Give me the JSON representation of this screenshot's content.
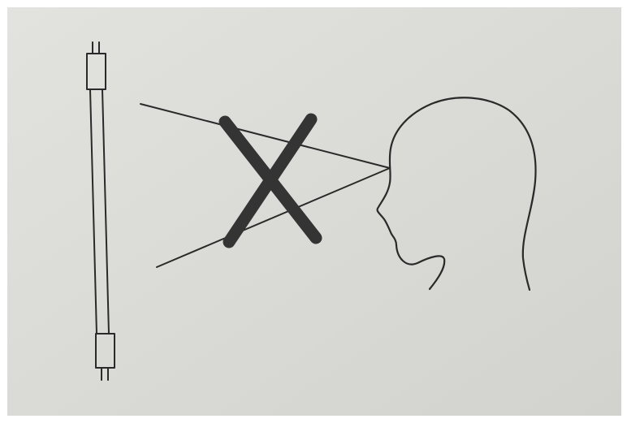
{
  "diagram": {
    "subjects": [
      "fluorescent-tube-lamp",
      "human-head-profile"
    ],
    "symbols": [
      "prohibition-cross"
    ],
    "sight_lines": 2,
    "colors": {
      "paper": "#dcdcd8",
      "ink": "#2a2a2a",
      "cross": "#333333",
      "border": "#ffffff"
    }
  }
}
